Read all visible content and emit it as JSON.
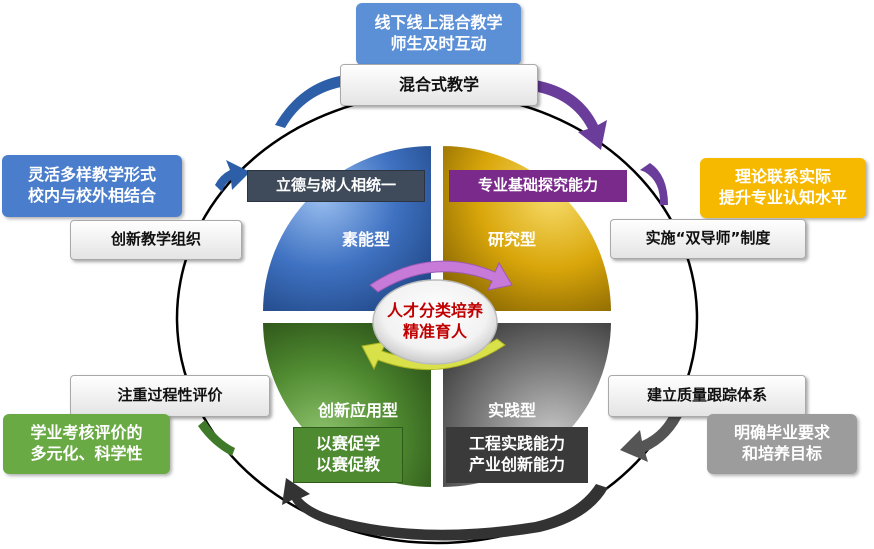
{
  "top": {
    "callout": [
      "线下线上混合教学",
      "师生及时互动"
    ],
    "label": "混合式教学"
  },
  "left_top": {
    "callout": [
      "灵活多样教学形式",
      "校内与校外相结合"
    ],
    "label": "创新教学组织"
  },
  "right_top": {
    "callout": [
      "理论联系实际",
      "提升专业认知水平"
    ],
    "label": "实施“双导师”制度"
  },
  "left_bottom": {
    "label": "注重过程性评价",
    "callout": [
      "学业考核评价的",
      "多元化、科学性"
    ]
  },
  "right_bottom": {
    "label": "建立质量跟踪体系",
    "callout": [
      "明确毕业要求",
      "和培养目标"
    ]
  },
  "quadrants": {
    "tl": {
      "name": "素能型",
      "header": "立德与树人相统一"
    },
    "tr": {
      "name": "研究型",
      "header": "专业基础探究能力"
    },
    "bl": {
      "name": "创新应用型",
      "header": [
        "以赛促学",
        "以赛促教"
      ]
    },
    "br": {
      "name": "实践型",
      "header": [
        "工程实践能力",
        "产业创新能力"
      ]
    }
  },
  "center": [
    "人才分类培养",
    "精准育人"
  ],
  "colors": {
    "blue": "#4a7fcf",
    "gold": "#d4a30a",
    "green": "#5a8f3a",
    "gray": "#8a8a8a",
    "callout_blue": "#5b8fd6",
    "callout_orange": "#f7b900",
    "callout_green": "#6aaa45",
    "callout_gray": "#9c9c9c",
    "center_text": "#c00000"
  }
}
